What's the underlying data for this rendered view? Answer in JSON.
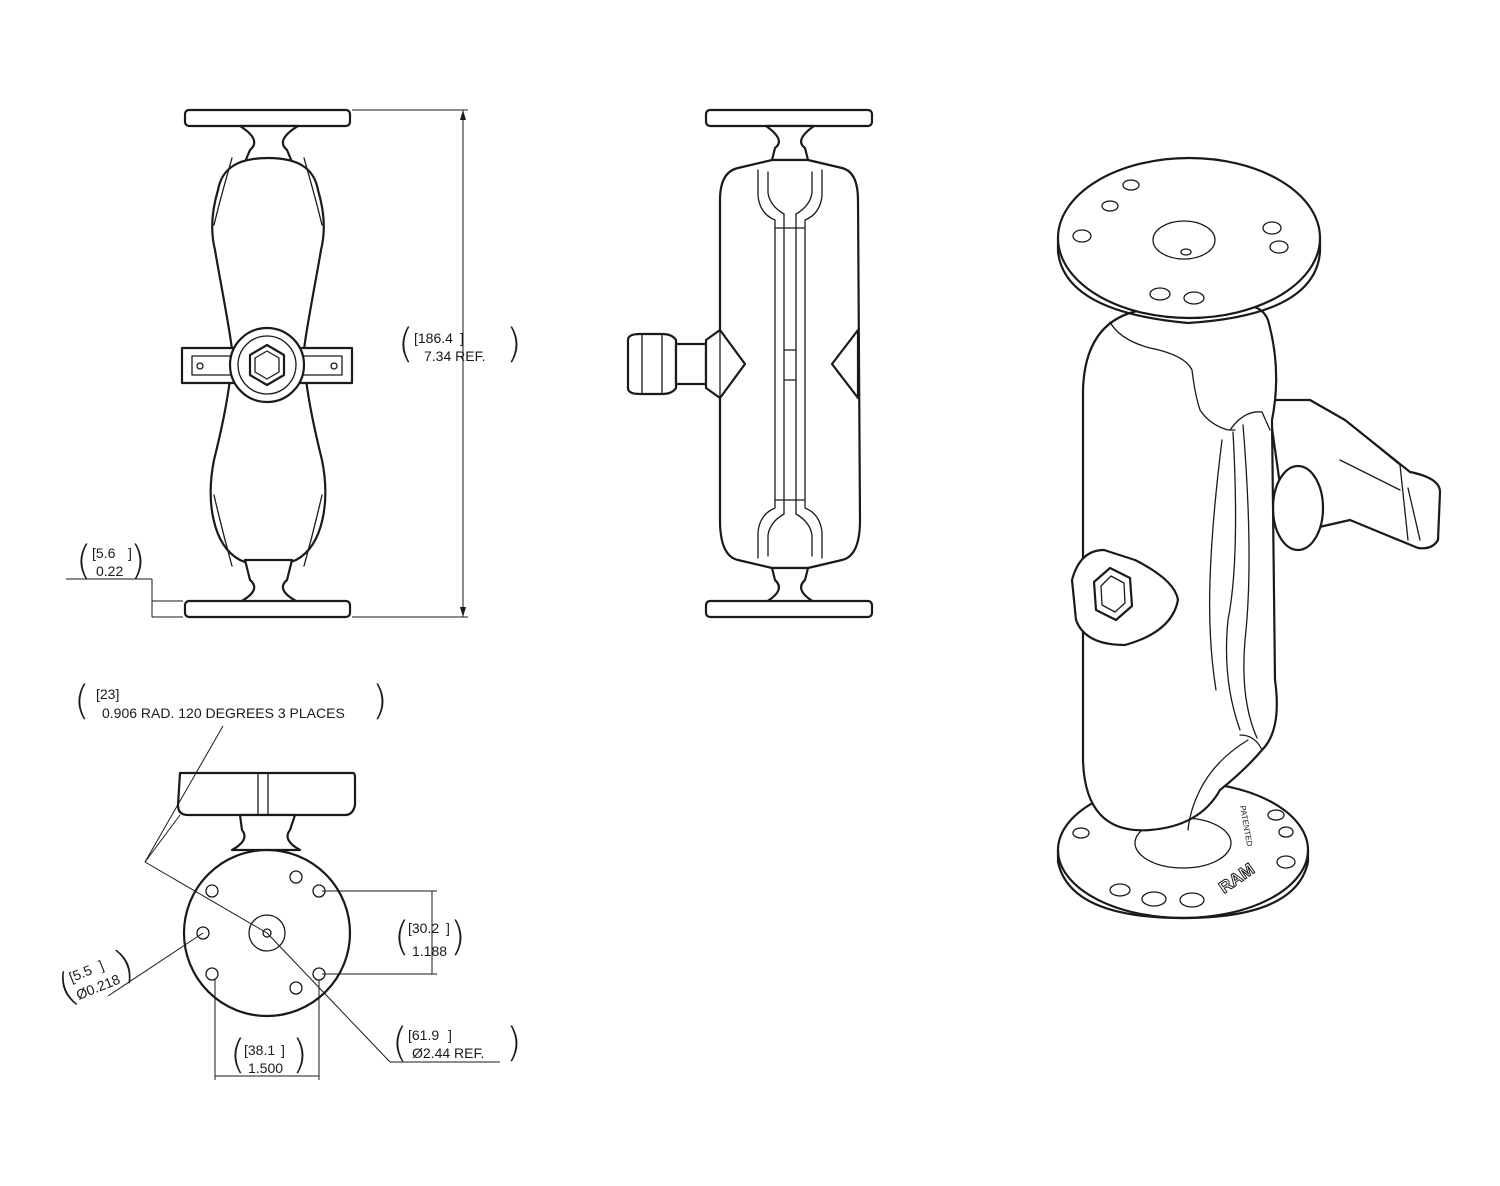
{
  "dimensions": {
    "overall_height": {
      "metric": "[186.4",
      "metric_close": "]",
      "imperial": "7.34 REF."
    },
    "plate_thickness": {
      "metric": "[5.6",
      "metric_close": "]",
      "imperial": "0.22"
    },
    "hole_radius": {
      "metric": "[23]",
      "imperial": "0.906 RAD. 120 DEGREES 3 PLACES"
    },
    "hole_spacing_vertical": {
      "metric": "[30.2",
      "metric_close": "]",
      "imperial": "1.188"
    },
    "hole_diameter": {
      "metric": "[5.5",
      "metric_close": "]",
      "imperial": "Ø0.218"
    },
    "base_diameter": {
      "metric": "[61.9",
      "metric_close": "]",
      "imperial": "Ø2.44 REF."
    },
    "hole_spacing_horizontal": {
      "metric": "[38.1",
      "metric_close": "]",
      "imperial": "1.500"
    }
  },
  "branding": {
    "logo": "RAM",
    "patent": "PATENTED"
  },
  "views": [
    "front-view",
    "side-view",
    "isometric-view",
    "base-top-view"
  ]
}
